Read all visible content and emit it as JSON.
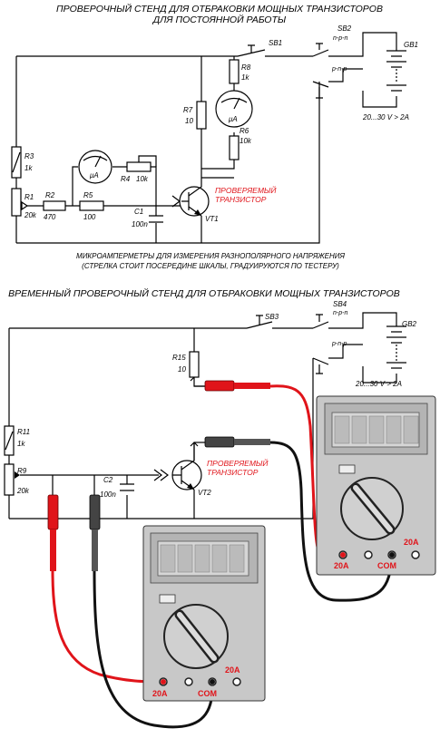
{
  "diagram1": {
    "title_line1": "ПРОВЕРОЧНЫЙ СТЕНД ДЛЯ ОТБРАКОВКИ МОЩНЫХ ТРАНЗИСТОРОВ",
    "title_line2": "ДЛЯ ПОСТОЯННОЙ РАБОТЫ",
    "note_line1": "МИКРОАМПЕРМЕТРЫ ДЛЯ ИЗМЕРЕНИЯ РАЗНОПОЛЯРНОГО НАПРЯЖЕНИЯ",
    "note_line2": "(СТРЕЛКА СТОИТ ПОСЕРЕДИНЕ ШКАЛЫ, ГРАДУИРУЮТСЯ ПО ТЕСТЕРУ)",
    "switch_sb1": "SB1",
    "switch_sb2": "SB2",
    "npn": "n-p-n",
    "pnp": "p-n-p",
    "battery": "GB1",
    "supply": "20...30 V   > 2A",
    "r8": "R8",
    "r8v": "1k",
    "r7": "R7",
    "r7v": "10",
    "r6": "R6",
    "r6v": "10k",
    "r3": "R3",
    "r3v": "1k",
    "r1": "R1",
    "r1v": "20k",
    "r2": "R2",
    "r2v": "470",
    "r5": "R5",
    "r5v": "100",
    "r4": "R4",
    "r4v": "10k",
    "c1": "C1",
    "c1v": "100n",
    "vt": "VT1",
    "meter": "μA",
    "dut_line1": "ПРОВЕРЯЕМЫЙ",
    "dut_line2": "ТРАНЗИСТОР"
  },
  "diagram2": {
    "title": "ВРЕМЕННЫЙ ПРОВЕРОЧНЫЙ СТЕНД ДЛЯ ОТБРАКОВКИ МОЩНЫХ ТРАНЗИСТОРОВ",
    "switch_sb3": "SB3",
    "switch_sb4": "SB4",
    "npn": "n-p-n",
    "pnp": "p-n-p",
    "battery": "GB2",
    "supply": "20...30 V   > 2A",
    "r15": "R15",
    "r15v": "10",
    "r11": "R11",
    "r11v": "1k",
    "r9": "R9",
    "r9v": "20k",
    "c2": "C2",
    "c2v": "100n",
    "vt": "VT2",
    "dut_line1": "ПРОВЕРЯЕМЫЙ",
    "dut_line2": "ТРАНЗИСТОР"
  },
  "multimeter": {
    "range": "20A",
    "port_a": "20A",
    "port_com": "COM"
  },
  "colors": {
    "red_wire": "#e0141a",
    "dut_text": "#e0141a",
    "meter_body": "#d8d8d8"
  }
}
